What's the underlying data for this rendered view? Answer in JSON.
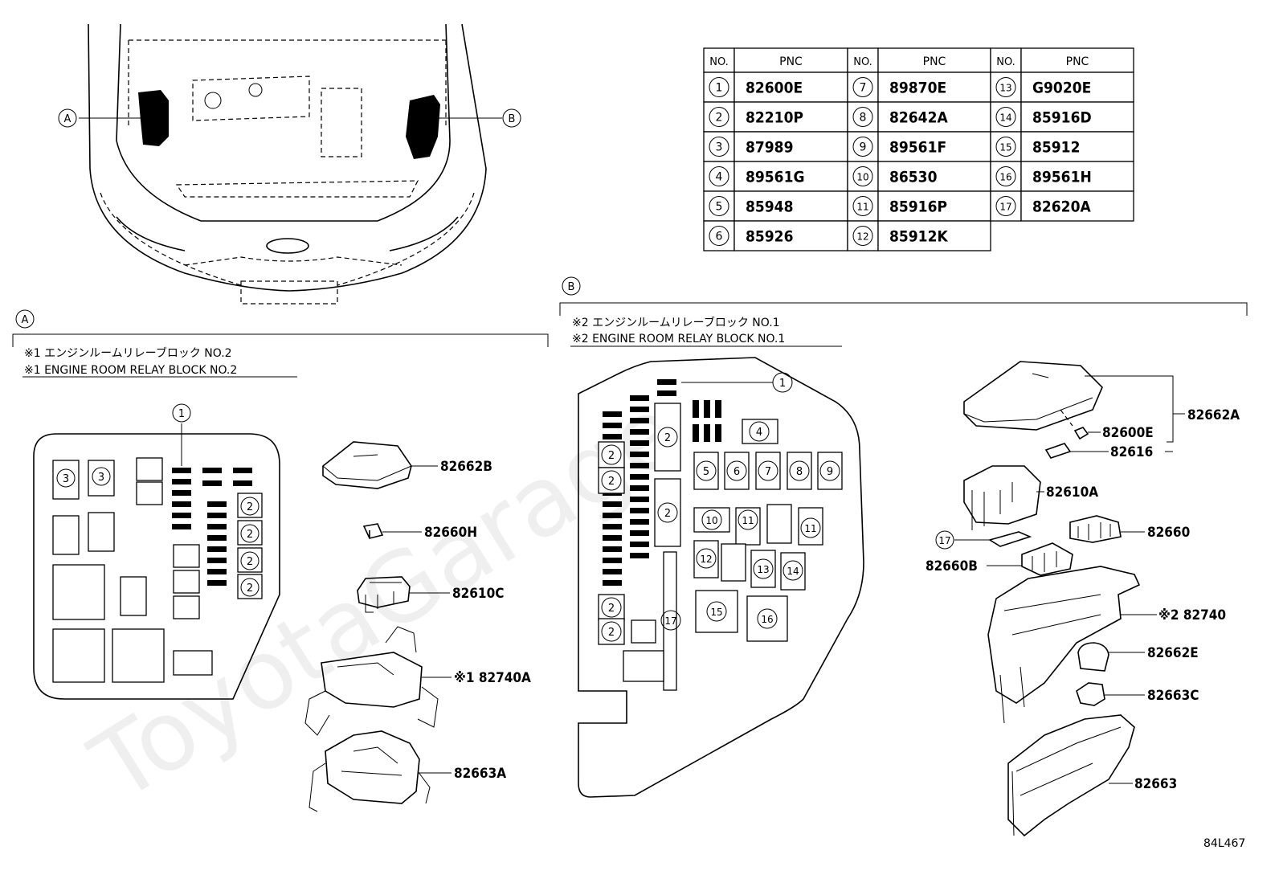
{
  "callouts": {
    "A": "A",
    "B": "B"
  },
  "pnc_table": {
    "header_no": "NO.",
    "header_pnc": "PNC",
    "rows": [
      [
        {
          "no": "1",
          "pnc": "82600E"
        },
        {
          "no": "7",
          "pnc": "89870E"
        },
        {
          "no": "13",
          "pnc": "G9020E"
        }
      ],
      [
        {
          "no": "2",
          "pnc": "82210P"
        },
        {
          "no": "8",
          "pnc": "82642A"
        },
        {
          "no": "14",
          "pnc": "85916D"
        }
      ],
      [
        {
          "no": "3",
          "pnc": "87989"
        },
        {
          "no": "9",
          "pnc": "89561F"
        },
        {
          "no": "15",
          "pnc": "85912"
        }
      ],
      [
        {
          "no": "4",
          "pnc": "89561G"
        },
        {
          "no": "10",
          "pnc": "86530"
        },
        {
          "no": "16",
          "pnc": "89561H"
        }
      ],
      [
        {
          "no": "5",
          "pnc": "85948"
        },
        {
          "no": "11",
          "pnc": "85916P"
        },
        {
          "no": "17",
          "pnc": "82620A"
        }
      ],
      [
        {
          "no": "6",
          "pnc": "85926"
        },
        {
          "no": "12",
          "pnc": "85912K"
        },
        null
      ]
    ]
  },
  "section_a": {
    "title_jp": "※1 エンジンルームリレーブロック NO.2",
    "title_en": "※1 ENGINE ROOM RELAY BLOCK NO.2",
    "parts": [
      "82662B",
      "82660H",
      "82610C",
      "※1 82740A",
      "82663A"
    ]
  },
  "section_b": {
    "title_jp": "※2 エンジンルームリレーブロック NO.1",
    "title_en": "※2 ENGINE ROOM RELAY BLOCK NO.1",
    "parts": [
      "82662A",
      "82600E",
      "82616",
      "82610A",
      "82660",
      "82660B",
      "※2 82740",
      "82662E",
      "82663C",
      "82663"
    ]
  },
  "figure_code": "84L467",
  "watermark": "ToyotaGarage"
}
